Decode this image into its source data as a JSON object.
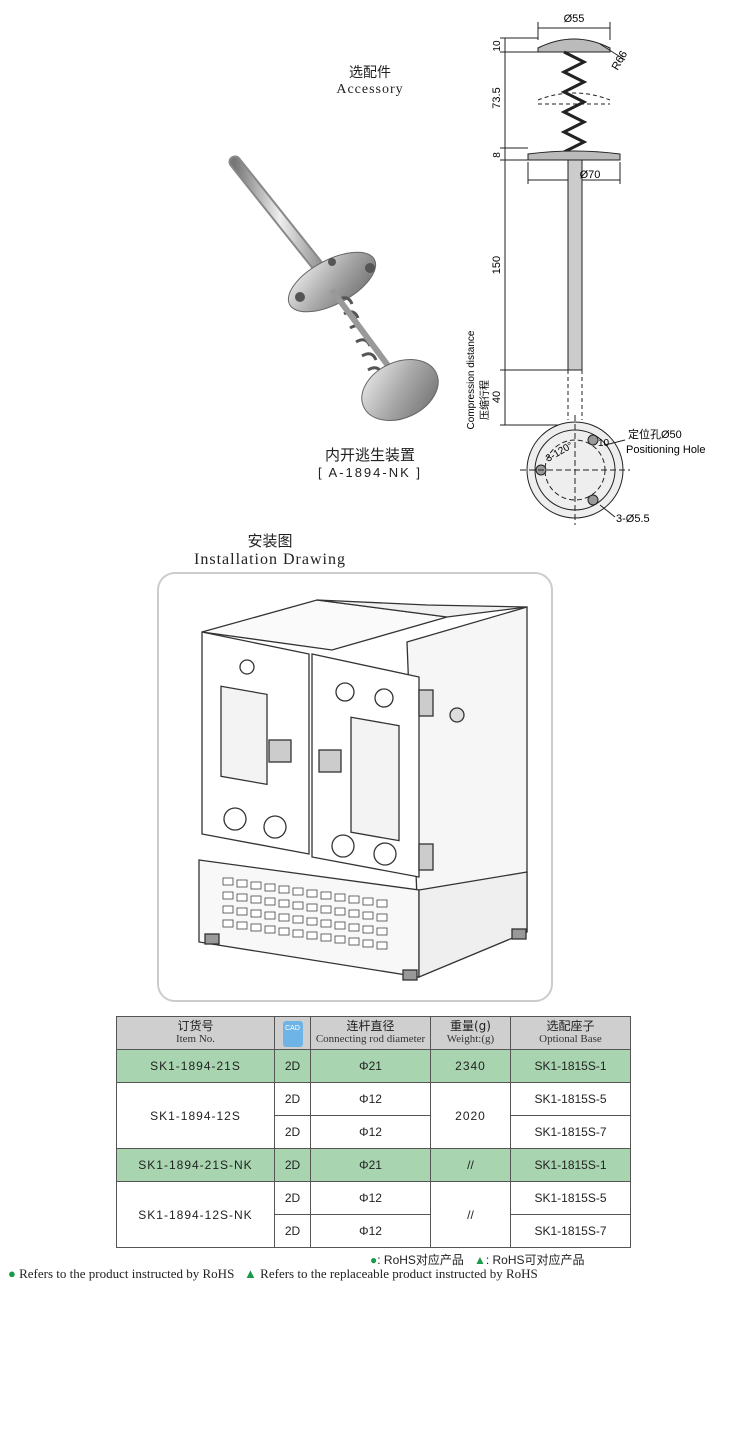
{
  "accessory": {
    "title_zh": "选配件",
    "title_en": "Accessory"
  },
  "product": {
    "name_zh": "内开逃生装置",
    "code": "[ A-1894-NK ]"
  },
  "drawing": {
    "dim_top_diameter": "Ø55",
    "dim_radius": "R66",
    "dim_cap": "10",
    "dim_spring": "73.5",
    "dim_plate": "8",
    "dim_plate_diameter": "Ø70",
    "dim_rod": "150",
    "dim_compression": "40",
    "compression_label_en": "Compression distance",
    "compression_label_zh": "压缩行程",
    "hole_angle": "3-120°",
    "hole_offset": "10",
    "positioning_zh": "定位孔Ø50",
    "positioning_en": "Positioning Hole",
    "holes": "3-Ø5.5"
  },
  "installation": {
    "title_zh": "安装图",
    "title_en": "Installation Drawing"
  },
  "table": {
    "headers": [
      {
        "zh": "订货号",
        "en": "Item No."
      },
      {
        "zh": "",
        "en": ""
      },
      {
        "zh": "连杆直径",
        "en": "Connecting rod diameter"
      },
      {
        "zh": "重量(g)",
        "en": "Weight:(g)"
      },
      {
        "zh": "选配座子",
        "en": "Optional Base"
      }
    ],
    "cad_badge": "CAD",
    "rows": [
      {
        "item": "SK1-1894-21S",
        "cad": "2D",
        "rod": "Φ21",
        "weight": "2340",
        "base": "SK1-1815S-1"
      },
      {
        "item": "SK1-1894-12S",
        "cad": "2D",
        "rod": "Φ12",
        "weight": "2020",
        "base": "SK1-1815S-5"
      },
      {
        "cad": "2D",
        "rod": "Φ12",
        "base": "SK1-1815S-7"
      },
      {
        "item": "SK1-1894-21S-NK",
        "cad": "2D",
        "rod": "Φ21",
        "weight": "//",
        "base": "SK1-1815S-1"
      },
      {
        "item": "SK1-1894-12S-NK",
        "cad": "2D",
        "rod": "Φ12",
        "weight": "//",
        "base": "SK1-1815S-5"
      },
      {
        "cad": "2D",
        "rod": "Φ12",
        "base": "SK1-1815S-7"
      }
    ]
  },
  "legend": {
    "zh_rohs": ": RoHS对应产品",
    "zh_replace": ": RoHS可对应产品",
    "en_rohs": "Refers to the product instructed by RoHS",
    "en_replace": "Refers to the replaceable product instructed by RoHS",
    "rohs_color": "#1a9a4a",
    "replace_color": "#1a9a4a"
  }
}
